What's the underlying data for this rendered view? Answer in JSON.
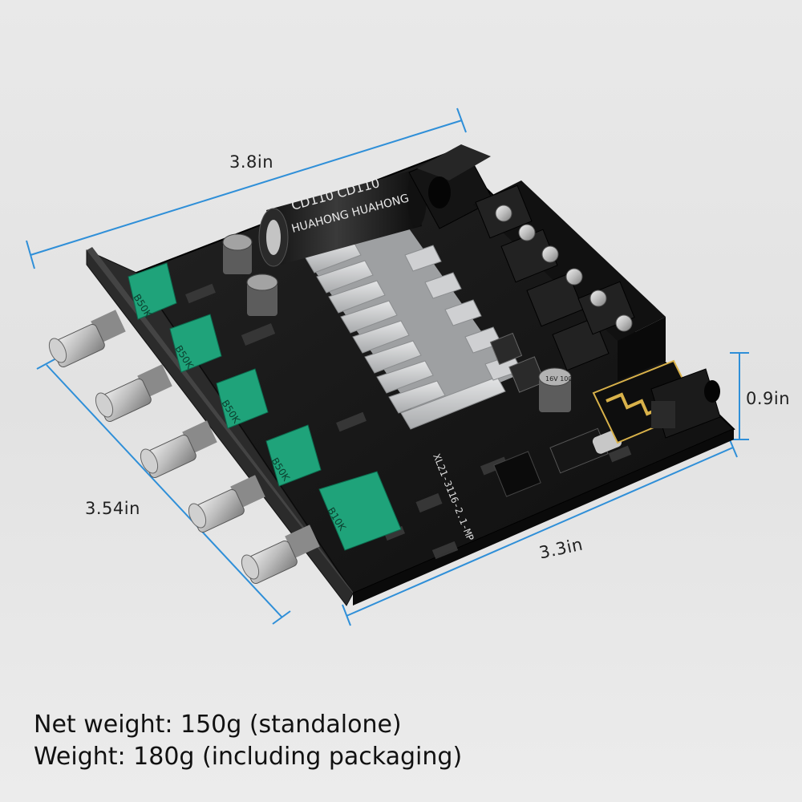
{
  "dimensions": {
    "length": "3.8in",
    "height": "0.9in",
    "depth": "3.54in",
    "width": "3.3in"
  },
  "weights": {
    "net": "Net weight: 150g (standalone)",
    "gross": "Weight: 180g (including packaging)"
  },
  "board": {
    "capacitor_text": "CD110 CD110",
    "capacitor_brand": "HUAHONG HUAHONG",
    "pot_labels": [
      "B50K",
      "B50K",
      "B50K",
      "B50K",
      "B10K"
    ],
    "pcb_model": "XL21-3116-2.1-MP",
    "small_cap_label": "16V 100"
  },
  "colors": {
    "dimension_line": "#2f8fd8",
    "pcb": "#1a1a1a",
    "pot_green": "#1fa37a",
    "heatsink": "#c9cbcd"
  }
}
